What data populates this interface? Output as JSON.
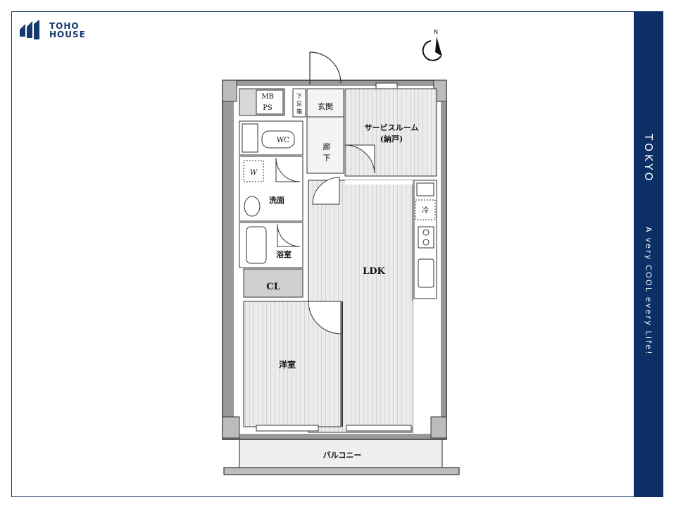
{
  "brand": {
    "line1": "TOHO",
    "line2": "HOUSE"
  },
  "sidebar": {
    "city": "TOKYO",
    "slogan": "A very COOL every Life!"
  },
  "compass": {
    "north": "N"
  },
  "rooms": {
    "mb_ps_1": "MB",
    "mb_ps_2": "PS",
    "shoe_1": "下",
    "shoe_2": "足",
    "shoe_3": "箱",
    "genkan": "玄関",
    "service_room": "サービスルーム",
    "service_room_sub": "(納戸)",
    "wc": "WC",
    "hall_1": "廊",
    "hall_2": "下",
    "washer": "W",
    "senmen": "洗面",
    "bath": "浴室",
    "closet": "CL",
    "ldk": "LDK",
    "fridge": "冷",
    "western_room": "洋室",
    "balcony": "バルコニー"
  }
}
